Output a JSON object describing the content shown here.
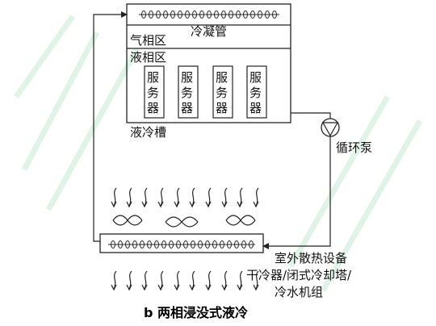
{
  "diagram": {
    "condenser_label": "冷凝管",
    "vapor_zone_label": "气相区",
    "liquid_zone_label": "液相区",
    "servers": [
      {
        "chars": [
          "服",
          "务",
          "器"
        ]
      },
      {
        "chars": [
          "服",
          "务",
          "器"
        ]
      },
      {
        "chars": [
          "服",
          "务",
          "器"
        ]
      },
      {
        "chars": [
          "服",
          "务",
          "器"
        ]
      }
    ],
    "tank_label": "液冷槽",
    "pump_label": "循环泵",
    "outdoor_lines": [
      "室外散热设备",
      "干冷器/闭式冷却塔/",
      "冷水机组"
    ],
    "caption": "b  两相浸没式液冷"
  },
  "colors": {
    "line": "#222222",
    "watermark": "#dff3e6"
  }
}
